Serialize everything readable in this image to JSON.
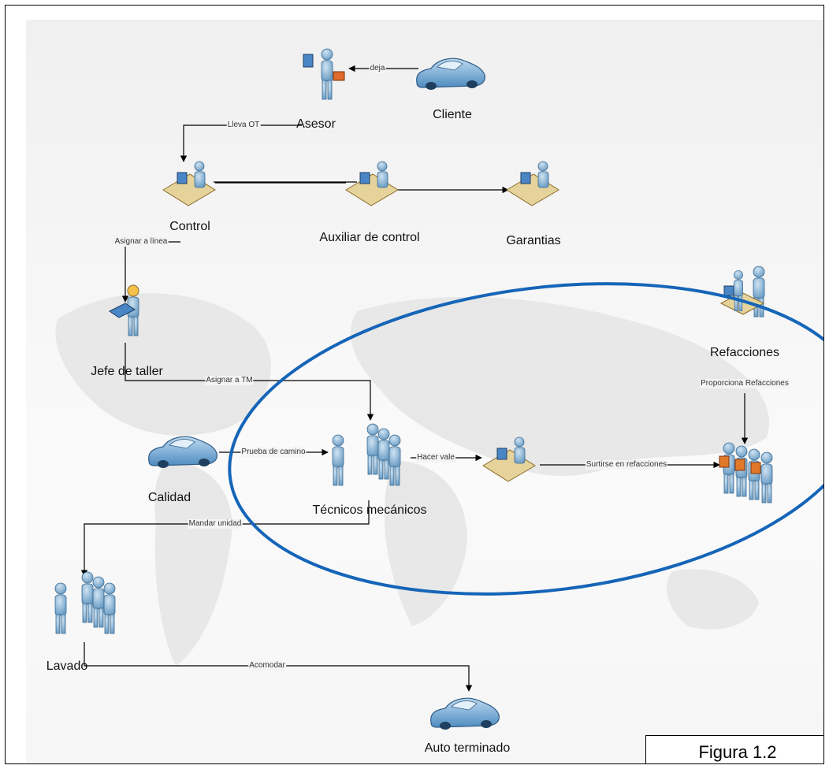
{
  "nodes": {
    "asesor": "Asesor",
    "cliente": "Cliente",
    "control": "Control",
    "auxiliar": "Auxiliar de control",
    "garantias": "Garantias",
    "jefe": "Jefe de taller",
    "refacciones": "Refacciones",
    "calidad": "Calidad",
    "tecnicos": "Técnicos mecánicos",
    "lavado": "Lavado",
    "auto": "Auto terminado"
  },
  "edges": {
    "deja": "deja",
    "lleva_ot": "Lleva OT",
    "asignar_linea": "Asignar a línea",
    "asignar_tm": "Asignar a TM",
    "proporciona": "Proporciona Refacciones",
    "prueba": "Prueba de camino",
    "hacer_vale": "Hacer vale",
    "surtirse": "Surtirse en refacciones",
    "mandar": "Mandar unidad",
    "acomodar": "Acomodar"
  },
  "figure_label": "Figura 1.2",
  "colors": {
    "person": "#8fb9d9",
    "person_dark": "#5b8db5",
    "car": "#6fa7d4",
    "desk": "#e8d8a8",
    "ellipse": "#1565b8",
    "line": "#000000"
  },
  "icons": {
    "asesor": "advisor-with-briefcase-icon",
    "cliente": "car-icon",
    "control": "person-at-desk-icon",
    "auxiliar": "person-at-desk-icon",
    "garantias": "person-at-desk-icon",
    "jefe": "person-with-clipboard-icon",
    "refacciones": "person-at-counter-icon",
    "calidad": "car-icon",
    "tecnicos": "group-of-people-icon",
    "vale": "person-at-desk-icon",
    "mecanicos_partes": "group-with-parts-icon",
    "lavado": "group-of-people-icon",
    "auto": "car-icon"
  }
}
